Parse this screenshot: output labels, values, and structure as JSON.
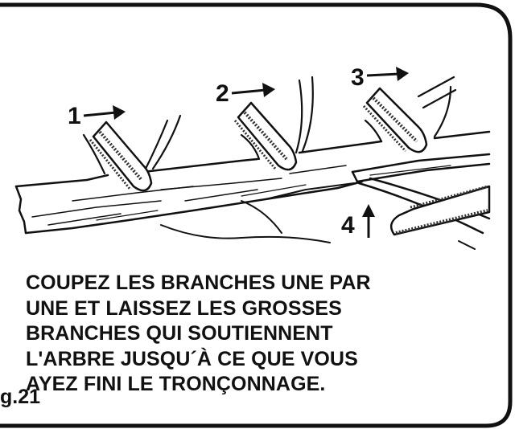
{
  "diagram": {
    "steps": [
      {
        "label": "1"
      },
      {
        "label": "2"
      },
      {
        "label": "3"
      },
      {
        "label": "4"
      }
    ],
    "caption_lines": [
      "COUPEZ LES BRANCHES UNE PAR",
      "UNE ET LAISSEZ LES GROSSES",
      "BRANCHES QUI SOUTIENNENT",
      "L'ARBRE JUSQU´À CE QUE VOUS",
      "AYEZ FINI LE TRONÇONNAGE."
    ],
    "fig_label": "g.21"
  },
  "colors": {
    "ink": "#111111",
    "background": "#ffffff"
  }
}
